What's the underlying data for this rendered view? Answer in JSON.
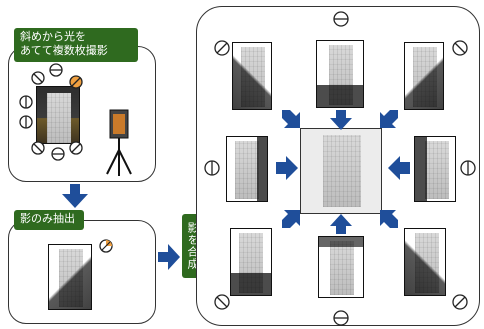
{
  "steps": {
    "capture_label_line1": "斜めから光を",
    "capture_label_line2": "あてて複数枚撮影",
    "extract_label": "影のみ抽出",
    "combine_label": "影を合成"
  },
  "colors": {
    "green_label": "#2f6a1f",
    "arrow_blue": "#1f4e9a",
    "border_dark": "#333333"
  },
  "icons": [
    "light-source-icon",
    "camera-icon",
    "tripod-icon",
    "arrow-icon"
  ]
}
